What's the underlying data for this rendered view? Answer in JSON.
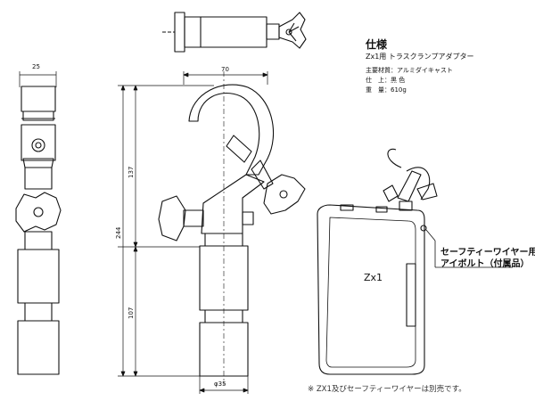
{
  "spec": {
    "title": "仕様",
    "subtitle": "Zx1用 トラスクランプアダプター",
    "rows": [
      "主要材質：アルミダイキャスト",
      "仕　上：黒 色",
      "重　量：610g"
    ]
  },
  "dimensions": {
    "width_25": "25",
    "width_70": "70",
    "height_137": "137",
    "height_244": "244",
    "height_107": "107",
    "diameter_35": "φ35"
  },
  "unit_label": "Zx1",
  "callout": {
    "line1": "セーフティーワイヤー用",
    "line2": "アイボルト（付属品）"
  },
  "footnote": "※ ZX1及びセーフティーワイヤーは別売です。"
}
